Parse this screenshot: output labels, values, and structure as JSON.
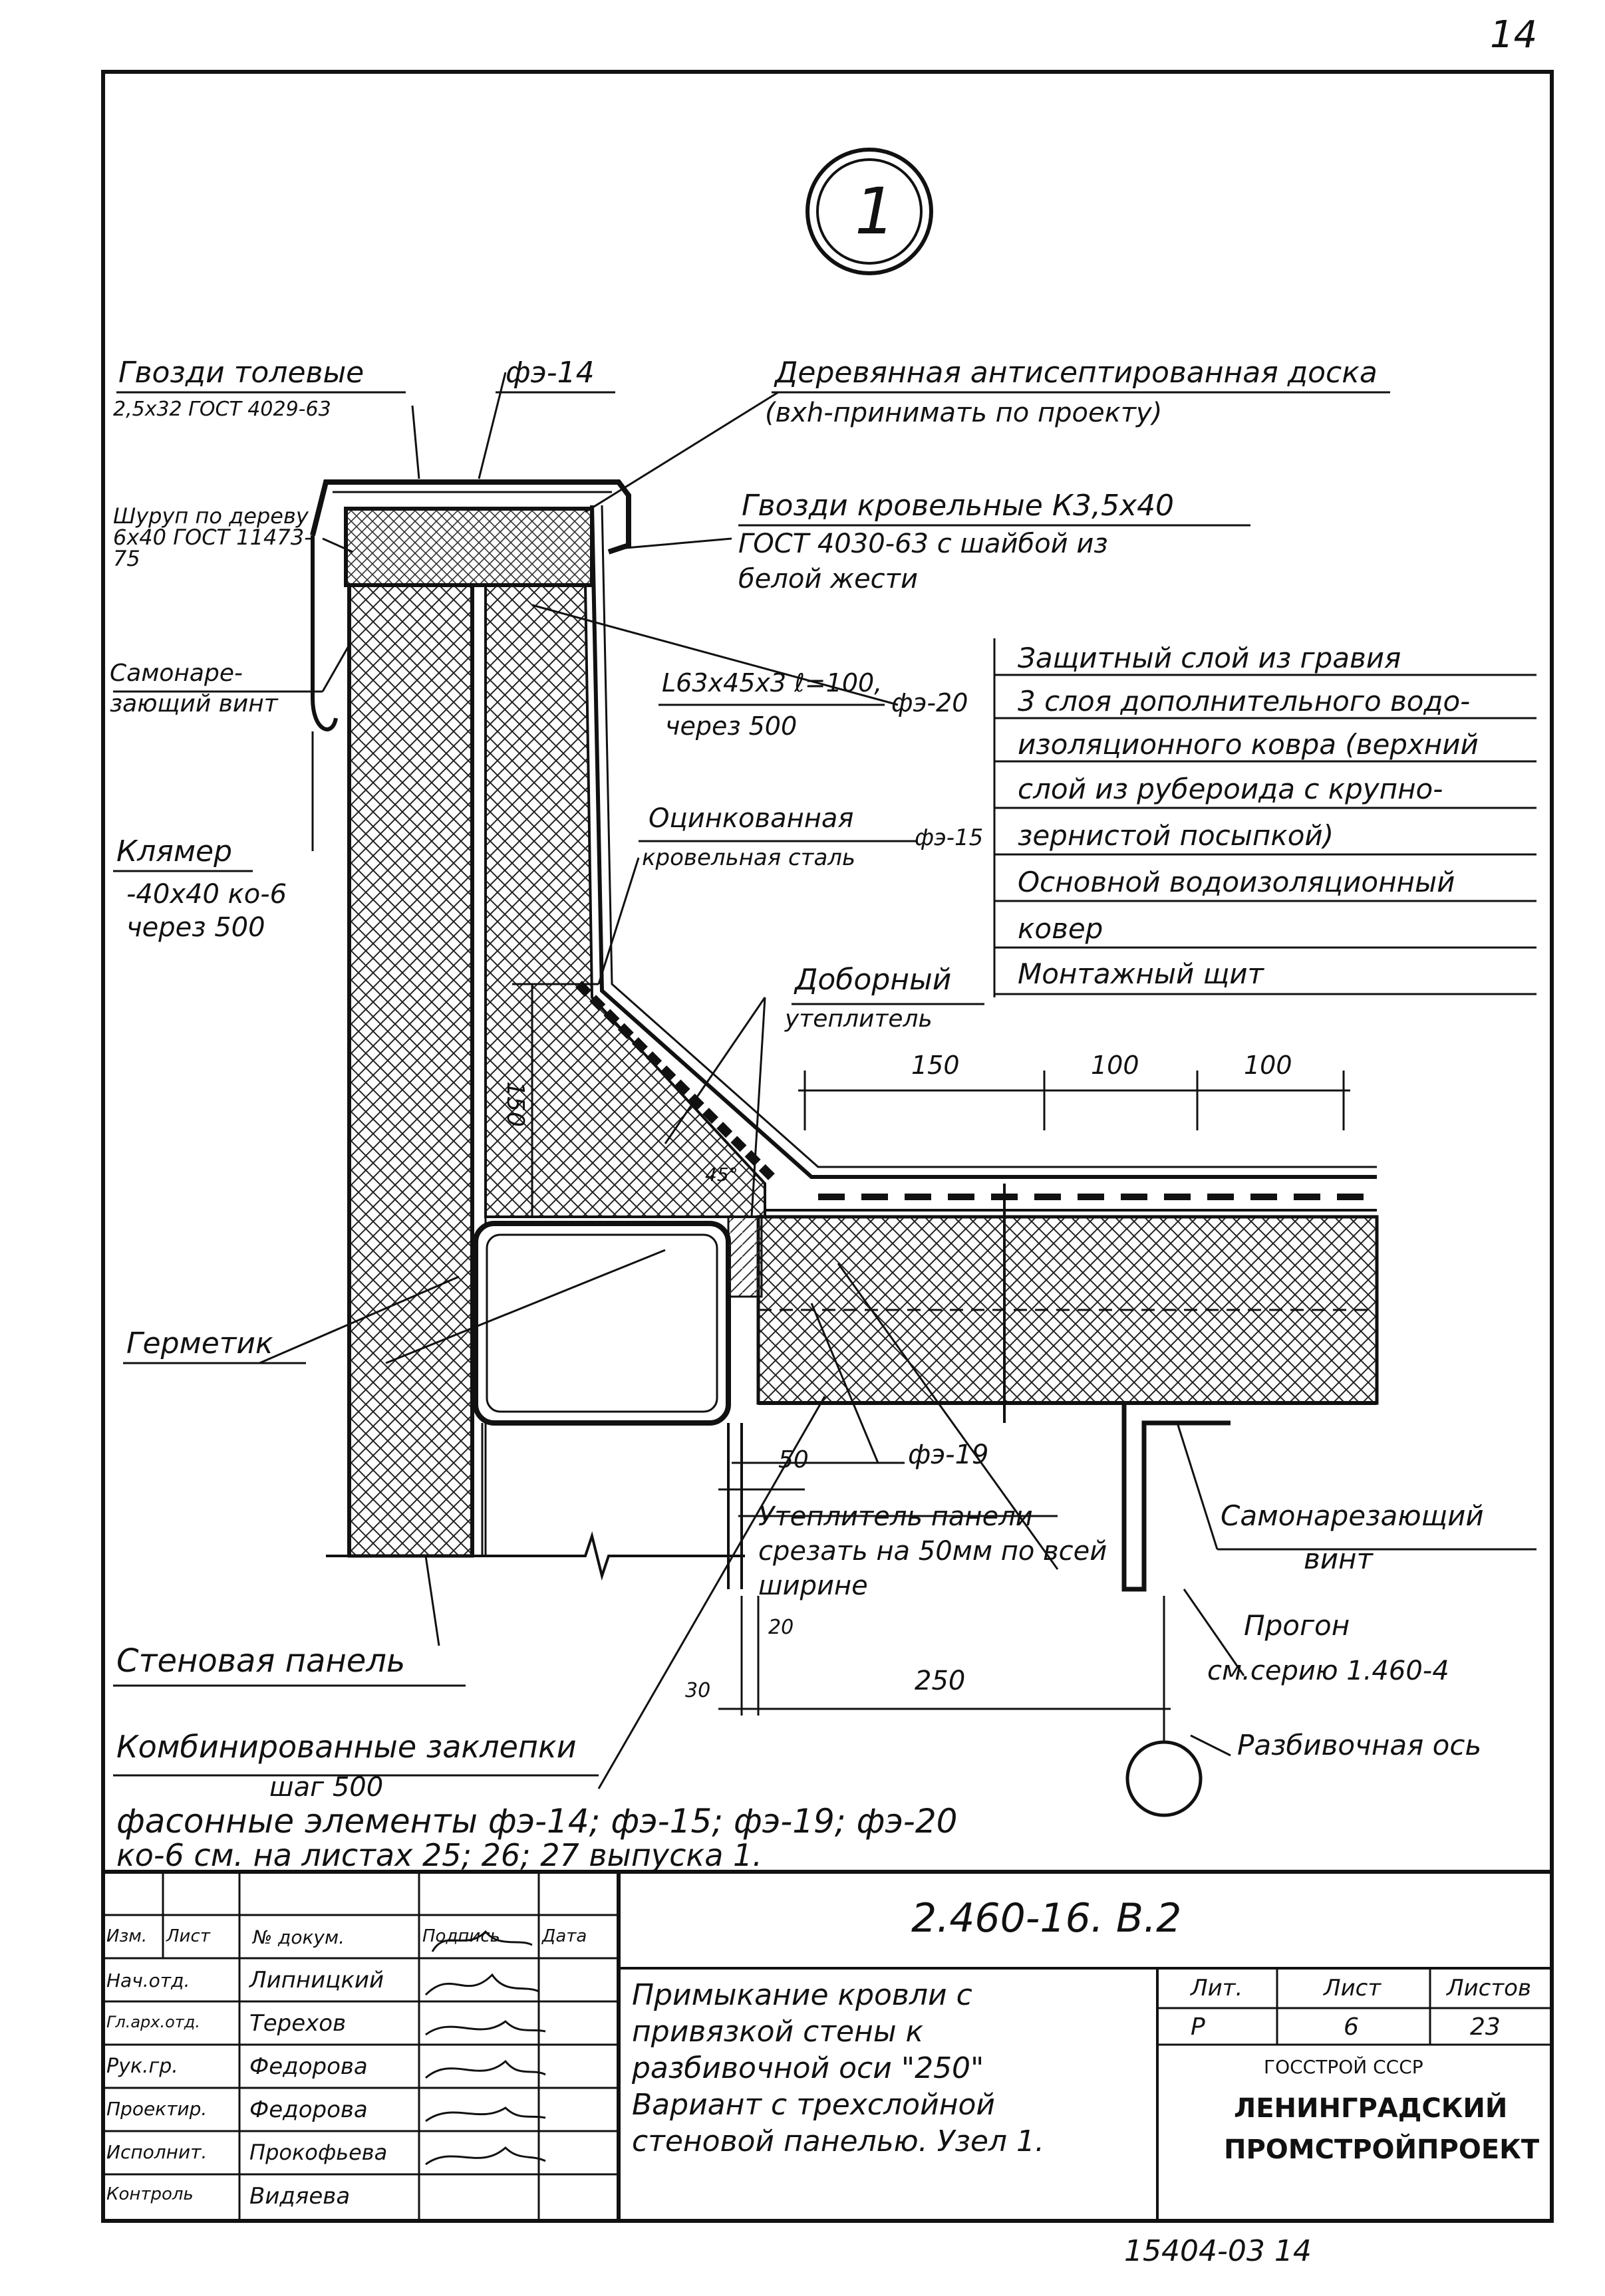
{
  "page_number_top": "14",
  "page_number_bottom": "15404-03 14",
  "node_marker": "1",
  "labels": {
    "gvozdi_tolevye": "Гвозди толевые",
    "gvozdi_tolevye_spec": "2,5х32 ГОСТ 4029-63",
    "fe14": "фэ-14",
    "doska": "Деревянная антисептированная доска",
    "doska_note": "(вхh-принимать по проекту)",
    "shurup": "Шуруп по дереву 6х40 ГОСТ 11473-75",
    "gvozdi_krovelnye": "Гвозди кровельные К3,5х40",
    "gvozdi_krovelnye_2": "ГОСТ 4030-63 с шайбой из",
    "gvozdi_krovelnye_3": "белой жести",
    "samonarez_vint_left": "Самонаре-зающий винт",
    "ugolok": "L63х45х3 ℓ=100,",
    "ugolok_2": "через 500",
    "fe20": "фэ-20",
    "klyamer": "Клямер",
    "klyamer_spec": "-40х40 ко-6 через 500",
    "ocink_stal": "Оцинкованная",
    "ocink_stal_2": "кровельная сталь",
    "fe15": "фэ-15",
    "dobornyi": "Доборный",
    "dobornyi_2": "утеплитель",
    "germetik": "Герметик",
    "stenovaya_panel": "Стеновая панель",
    "kombinir_zaklepki": "Комбинированные заклепки",
    "shag_500": "шаг 500",
    "utepl_paneli": "Утеплитель панели срезать на 50мм по всей ширине",
    "fe19": "фэ-19",
    "samonarez_vint_right": "Самонарезающий",
    "samonarez_vint_right_2": "винт",
    "progon": "Прогон",
    "progon_ref": "см.серию 1.460-4",
    "razbiv_os": "Разбивочная ось",
    "facade_note_1": "фасонные элементы фэ-14; фэ-15; фэ-19; фэ-20",
    "facade_note_2": "ко-6 см. на листах 25; 26; 27 выпуска 1."
  },
  "layers_table": [
    "Защитный слой из гравия",
    "3 слоя дополнительного водо-",
    "изоляционного ковра (верхний",
    "слой из рубероида с крупно-",
    "зернистой посыпкой)",
    "Основной водоизоляционный",
    "ковер",
    "Монтажный щит"
  ],
  "dimensions": {
    "d150_top": "150",
    "d100_a": "100",
    "d100_b": "100",
    "d150_vert": "150",
    "angle45": "45°",
    "d50": "50",
    "d20": "20",
    "d30": "30",
    "d250": "250"
  },
  "title_block": {
    "doc_code": "2.460-16. В.2",
    "col_headers": [
      "Изм.",
      "Лист",
      "№ докум.",
      "Подпись",
      "Дата"
    ],
    "roles": [
      {
        "role": "Нач.отд.",
        "name": "Липницкий"
      },
      {
        "role": "Гл.арх.отд.",
        "name": "Терехов"
      },
      {
        "role": "Рук.гр.",
        "name": "Федорова"
      },
      {
        "role": "Проектир.",
        "name": "Федорова"
      },
      {
        "role": "Исполнит.",
        "name": "Прокофьева"
      },
      {
        "role": "Контроль",
        "name": "Видяева"
      }
    ],
    "description": [
      "Примыкание кровли с",
      "привязкой стены к",
      "разбивочной оси \"250\"",
      "Вариант с трехслойной",
      "стеновой панелью. Узел 1."
    ],
    "lit_label": "Лит.",
    "list_label": "Лист",
    "listov_label": "Листов",
    "lit_value": "Р",
    "list_value": "6",
    "listov_value": "23",
    "org_1": "ГОССТРОЙ СССР",
    "org_2": "ЛЕНИНГРАДСКИЙ",
    "org_3": "ПРОМСТРОЙПРОЕКТ"
  }
}
